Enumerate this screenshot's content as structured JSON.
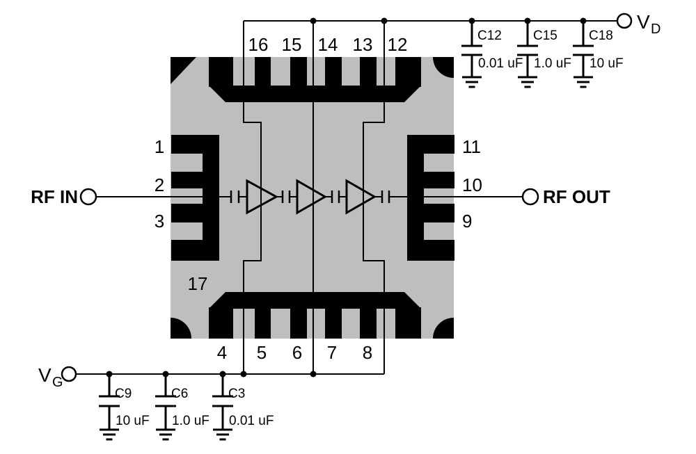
{
  "terminals": {
    "rf_in": {
      "label": "RF IN"
    },
    "rf_out": {
      "label": "RF OUT"
    },
    "vd": {
      "main": "V",
      "sub": "D"
    },
    "vg": {
      "main": "V",
      "sub": "G"
    }
  },
  "chip": {
    "amplifier_stages": 3,
    "pins": {
      "top": [
        "16",
        "15",
        "14",
        "13",
        "12"
      ],
      "bottom": [
        "4",
        "5",
        "6",
        "7",
        "8"
      ],
      "left": [
        "1",
        "2",
        "3"
      ],
      "right": [
        "11",
        "10",
        "9"
      ],
      "paddle": "17"
    }
  },
  "capacitors": {
    "top": [
      {
        "name": "C12",
        "value": "0.01 uF"
      },
      {
        "name": "C15",
        "value": "1.0 uF"
      },
      {
        "name": "C18",
        "value": "10 uF"
      }
    ],
    "bottom": [
      {
        "name": "C9",
        "value": "10 uF"
      },
      {
        "name": "C6",
        "value": "1.0 uF"
      },
      {
        "name": "C3",
        "value": "0.01 uF"
      }
    ]
  },
  "colors": {
    "chip_fill": "#bebebe",
    "ink": "#000000",
    "background": "#ffffff"
  }
}
